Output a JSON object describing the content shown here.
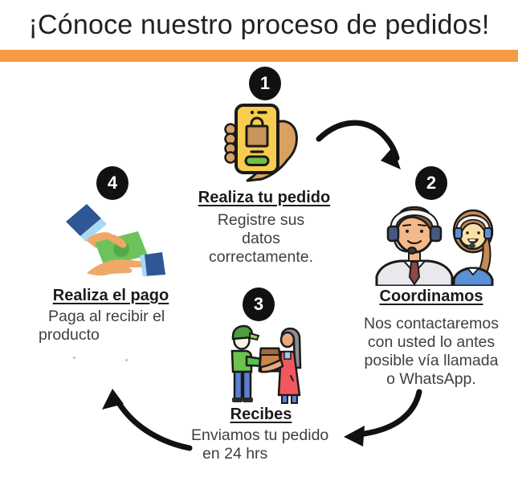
{
  "header": {
    "title": "¡Cónoce nuestro proceso de pedidos!"
  },
  "steps": [
    {
      "number": "1",
      "title": "Realiza tu pedido",
      "description": "Registre sus\ndatos\ncorrectamente.",
      "icon": "phone-order-icon"
    },
    {
      "number": "2",
      "title": "Coordinamos",
      "description": "Nos contactaremos\ncon usted lo antes\nposible vía llamada\no WhatsApp.",
      "icon": "support-agents-icon"
    },
    {
      "number": "3",
      "title": "Recibes",
      "description": "Enviamos tu pedido\nen 24 hrs",
      "icon": "package-handoff-icon"
    },
    {
      "number": "4",
      "title": "Realiza el pago",
      "description": "Paga al recibir el\nproducto",
      "icon": "cash-payment-icon"
    }
  ],
  "colors": {
    "accent": "#F59B41",
    "badge_bg": "#111111",
    "badge_text": "#FFFFFF",
    "title_text": "#222222",
    "heading_text": "#1B1B1B",
    "body_text": "#3F3F3F",
    "arrow": "#111111",
    "outline": "#1A1A1A",
    "phone_yellow": "#F7CC4F",
    "bag_tan": "#C9955C",
    "button_green": "#6FC043",
    "hand_skin": "#D9A15F",
    "pay_skin": "#F0A868",
    "bill_green": "#6DC35B",
    "bill_green_dark": "#57A84A",
    "sleeve_blue": "#2F5795",
    "cuff_blue": "#A9D9F0",
    "shirt_gray": "#E9E9ED",
    "tie_red": "#8B4A48",
    "hair_brown": "#8A5A3B",
    "man_skin": "#F4B98A",
    "headset_blue": "#44597E",
    "headband_white": "#F5F5F5",
    "woman_hair": "#C68B55",
    "woman_face": "#F9E0A6",
    "woman_shirt": "#5B8FD6",
    "courier_green": "#6CC24A",
    "courier_arm_green": "#57C04E",
    "courier_green_dark": "#4F9E3C",
    "cap_brim_green": "#9ACD6A",
    "pants_blue": "#5B7FD4",
    "package_brown": "#C9854C",
    "package_flap": "#A5683A",
    "dress_red": "#F2575C",
    "gray_hair": "#8E8E94",
    "recipient_skin": "#E8A87C",
    "chest_blue": "#9FC8E8",
    "face_white": "#F7F1E6",
    "shoe_dark": "#2B2B2B",
    "mic_dark": "#3A3A3A"
  }
}
